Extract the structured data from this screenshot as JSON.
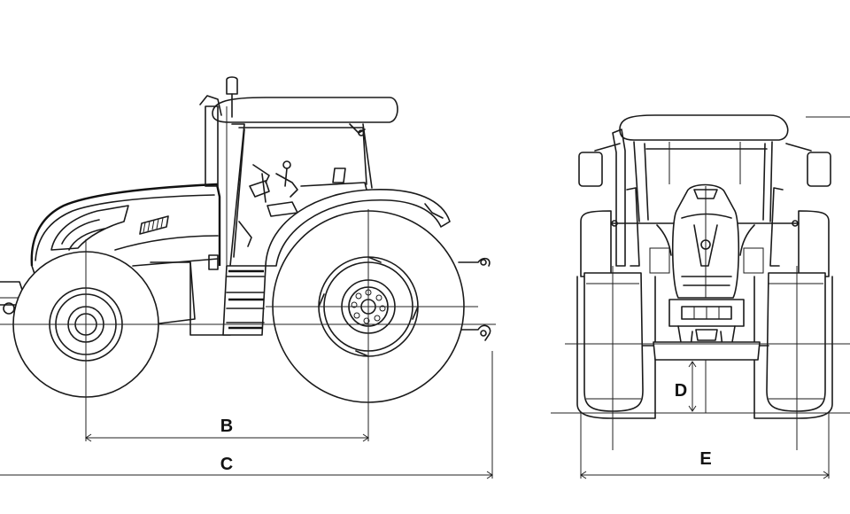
{
  "labels": {
    "b": "B",
    "c": "C",
    "d": "D",
    "e": "E"
  },
  "colors": {
    "line": "#1a1a1a",
    "background": "#ffffff"
  }
}
